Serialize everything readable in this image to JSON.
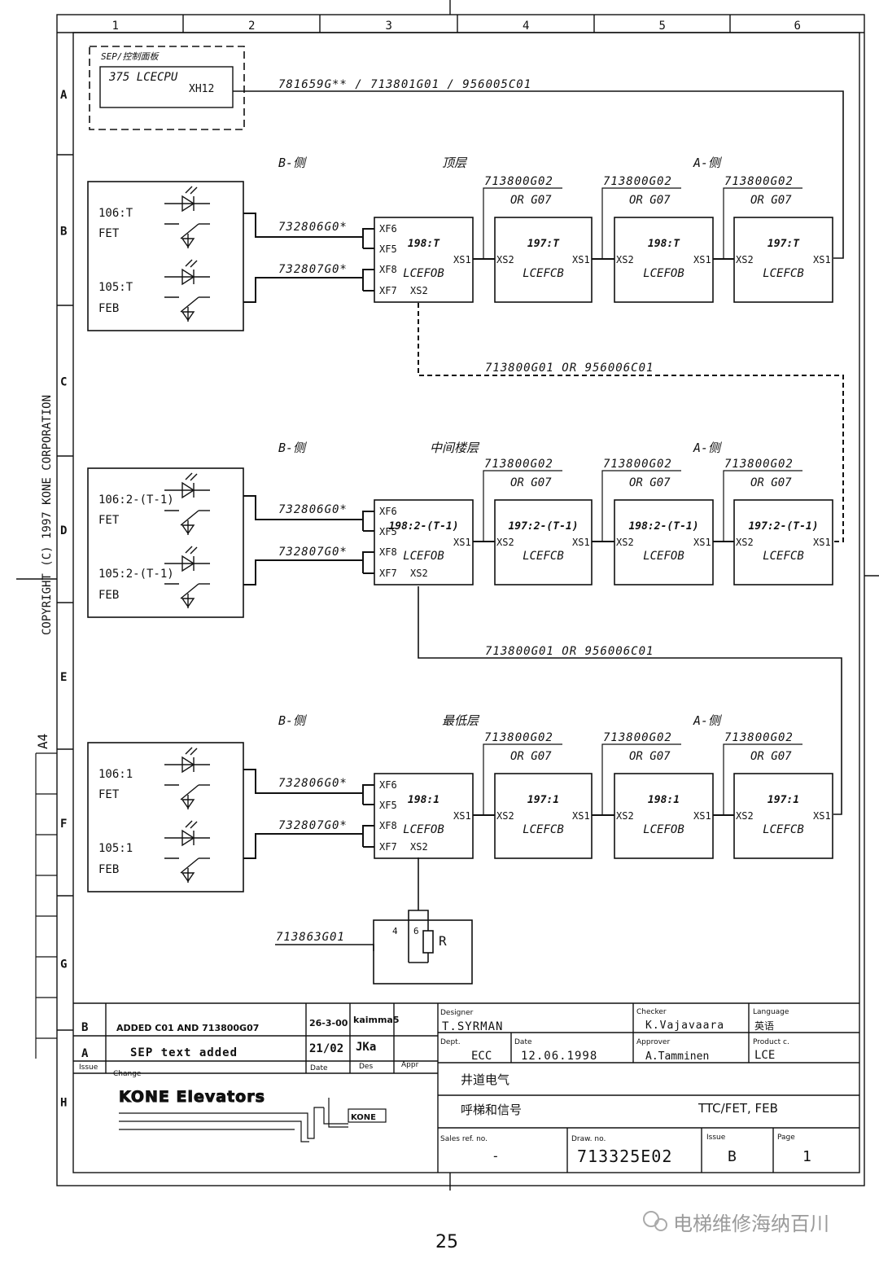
{
  "frame": {
    "columns": [
      "1",
      "2",
      "3",
      "4",
      "5",
      "6"
    ],
    "rows": [
      "A",
      "B",
      "C",
      "D",
      "E",
      "F",
      "G",
      "H"
    ],
    "copyright": "COPYRIGHT (C) 1997 KONE CORPORATION",
    "paper_size": "A4"
  },
  "sep": {
    "label": "SEP/控制面板",
    "cpu": "375 LCECPU",
    "connector": "XH12",
    "cable": "781659G** / 713801G01 / 956005C01"
  },
  "floors": [
    {
      "side_b": "B-侧",
      "name": "顶层",
      "side_a": "A-侧",
      "fet_code": "106:T",
      "fet_label": "FET",
      "feb_code": "105:T",
      "feb_label": "FEB",
      "cable_xf6": "732806G0*",
      "cable_xf8": "732807G0*",
      "boards": [
        {
          "code": "198:T",
          "type": "LCEFOB"
        },
        {
          "code": "197:T",
          "type": "LCEFCB"
        },
        {
          "code": "198:T",
          "type": "LCEFOB"
        },
        {
          "code": "197:T",
          "type": "LCEFCB"
        }
      ],
      "link_top": "713800G02",
      "link_bottom": "OR G07"
    },
    {
      "side_b": "B-侧",
      "name": "中间楼层",
      "side_a": "A-侧",
      "fet_code": "106:2-(T-1)",
      "fet_label": "FET",
      "feb_code": "105:2-(T-1)",
      "feb_label": "FEB",
      "cable_xf6": "732806G0*",
      "cable_xf8": "732807G0*",
      "boards": [
        {
          "code": "198:2-(T-1)",
          "type": "LCEFOB"
        },
        {
          "code": "197:2-(T-1)",
          "type": "LCEFCB"
        },
        {
          "code": "198:2-(T-1)",
          "type": "LCEFOB"
        },
        {
          "code": "197:2-(T-1)",
          "type": "LCEFCB"
        }
      ],
      "link_top": "713800G02",
      "link_bottom": "OR G07"
    },
    {
      "side_b": "B-侧",
      "name": "最低层",
      "side_a": "A-侧",
      "fet_code": "106:1",
      "fet_label": "FET",
      "feb_code": "105:1",
      "feb_label": "FEB",
      "cable_xf6": "732806G0*",
      "cable_xf8": "732807G0*",
      "boards": [
        {
          "code": "198:1",
          "type": "LCEFOB"
        },
        {
          "code": "197:1",
          "type": "LCEFCB"
        },
        {
          "code": "198:1",
          "type": "LCEFOB"
        },
        {
          "code": "197:1",
          "type": "LCEFCB"
        }
      ],
      "link_top": "713800G02",
      "link_bottom": "OR G07"
    }
  ],
  "ports": {
    "xf6": "XF6",
    "xf5": "XF5",
    "xf8": "XF8",
    "xf7": "XF7",
    "xs1": "XS1",
    "xs2": "XS2"
  },
  "risers": [
    "713800G01 OR 956006C01",
    "713800G01 OR 956006C01"
  ],
  "terminator": {
    "cable": "713863G01",
    "pin_a": "4",
    "pin_b": "6",
    "resistor": "R"
  },
  "title_block": {
    "rev_b": {
      "issue": "B",
      "change": "ADDED C01 AND 713800G07",
      "date": "26-3-00",
      "des": "kaimma5"
    },
    "rev_a": {
      "issue": "A",
      "change": "SEP text added",
      "date": "21/02",
      "des": "JKa"
    },
    "headers": {
      "issue": "Issue",
      "change": "Change",
      "date": "Date",
      "des": "Des",
      "appr": "Appr"
    },
    "designer_label": "Designer",
    "designer": "T.SYRMAN",
    "checker_label": "Checker",
    "checker": "K.Vajavaara",
    "language_label": "Language",
    "language": "英语",
    "dept_label": "Dept.",
    "dept": "ECC",
    "date_label": "Date",
    "date": "12.06.1998",
    "approver_label": "Approver",
    "approver": "A.Tamminen",
    "product_label": "Product c.",
    "product": "LCE",
    "title1": "井道电气",
    "title2": "呼梯和信号",
    "subtitle": "TTC/FET, FEB",
    "sales_label": "Sales ref. no.",
    "sales": "-",
    "draw_label": "Draw. no.",
    "draw": "713325E02",
    "issue_label": "Issue",
    "issue": "B",
    "page_label": "Page",
    "page": "1",
    "logo": "KONE Elevators",
    "logo_mark": "KONE"
  },
  "page_number": "25",
  "watermark": "电梯维修海纳百川"
}
